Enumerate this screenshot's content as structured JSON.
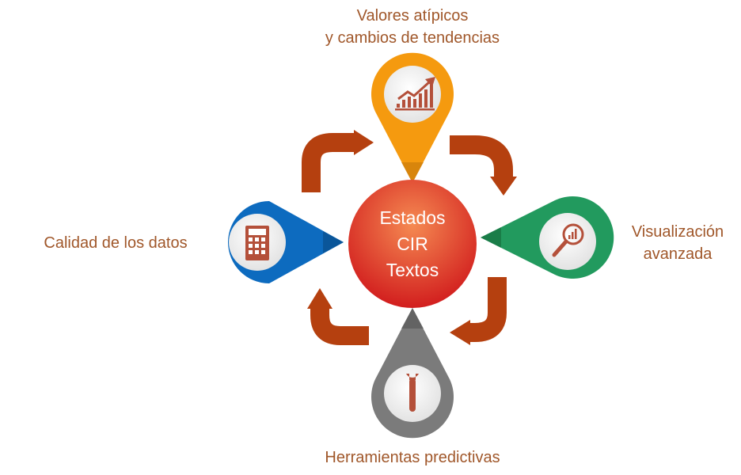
{
  "center": {
    "lines": [
      "Estados",
      "CIR",
      "Textos"
    ]
  },
  "nodes": {
    "top": {
      "label_lines": [
        "Valores atípicos",
        "y cambios de tendencias"
      ],
      "color": "#f59a0f",
      "icon": "trend-chart-icon"
    },
    "right": {
      "label_lines": [
        "Visualización",
        "avanzada"
      ],
      "color": "#229a5e",
      "icon": "magnifier-chart-icon"
    },
    "bottom": {
      "label_lines": [
        "Herramientas predictivas"
      ],
      "color": "#7b7b7b",
      "icon": "wrench-icon"
    },
    "left": {
      "label_lines": [
        "Calidad de los datos"
      ],
      "color": "#0d6bbf",
      "icon": "calculator-icon"
    }
  },
  "colors": {
    "arrow": "#b5400f",
    "label_text": "#a0572a",
    "icon": "#b4503a",
    "center_top": "#f0714a",
    "center_bottom": "#d21e1e"
  }
}
